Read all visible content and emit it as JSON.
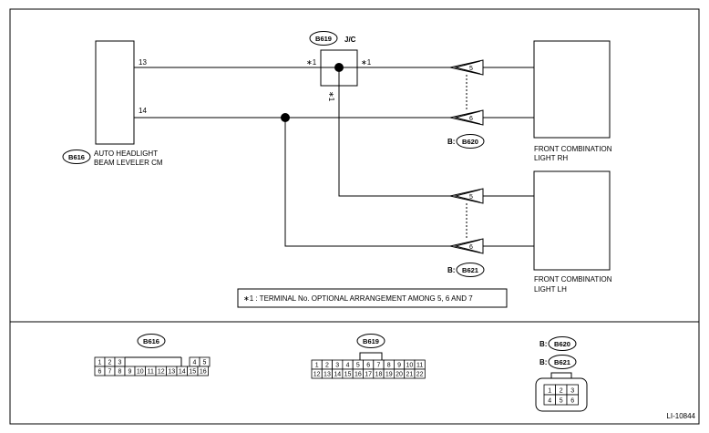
{
  "wire_numbers": {
    "upper": "13",
    "lower": "14"
  },
  "components": {
    "leveler": {
      "connector": "B616",
      "name_line1": "AUTO HEADLIGHT",
      "name_line2": "BEAM LEVELER CM"
    },
    "jc": {
      "connector": "B619",
      "name": "J/C",
      "mark_left": "∗1",
      "mark_right": "∗1",
      "mark_down": "∗1"
    },
    "front_rh": {
      "name_line1": "FRONT COMBINATION",
      "name_line2": "LIGHT RH",
      "prefix": "B:",
      "connector": "B620",
      "pin_a": "5",
      "pin_b": "6"
    },
    "front_lh": {
      "name_line1": "FRONT COMBINATION",
      "name_line2": "LIGHT LH",
      "prefix": "B:",
      "connector": "B621",
      "pin_a": "5",
      "pin_b": "6"
    }
  },
  "note": "∗1 : TERMINAL No. OPTIONAL ARRANGEMENT AMONG 5, 6 AND 7",
  "connector_views": {
    "b616": {
      "label": "B616",
      "top_left": [
        "1",
        "2",
        "3"
      ],
      "top_right": [
        "4",
        "5"
      ],
      "bottom": [
        "6",
        "7",
        "8",
        "9",
        "10",
        "11",
        "12",
        "13",
        "14",
        "15",
        "16"
      ]
    },
    "b619": {
      "label": "B619",
      "top": [
        "1",
        "2",
        "3",
        "4",
        "5",
        "6",
        "7",
        "8",
        "9",
        "10",
        "11"
      ],
      "bottom": [
        "12",
        "13",
        "14",
        "15",
        "16",
        "17",
        "18",
        "19",
        "20",
        "21",
        "22"
      ]
    },
    "b620_b621": {
      "prefix1": "B:",
      "label1": "B620",
      "prefix2": "B:",
      "label2": "B621",
      "top": [
        "1",
        "2",
        "3"
      ],
      "bottom": [
        "4",
        "5",
        "6"
      ]
    }
  },
  "figure_id": "LI-10844"
}
